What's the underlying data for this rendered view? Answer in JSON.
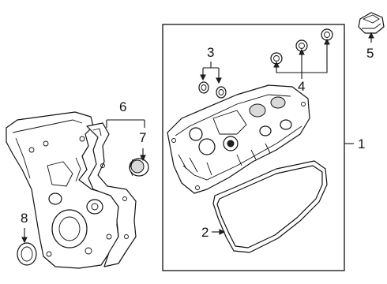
{
  "callouts": {
    "c1": "1",
    "c2": "2",
    "c3": "3",
    "c4": "4",
    "c5": "5",
    "c6": "6",
    "c7": "7",
    "c8": "8"
  },
  "parts": [
    {
      "id": "1",
      "name": "valve-cover"
    },
    {
      "id": "2",
      "name": "cover-gasket"
    },
    {
      "id": "3",
      "name": "seal-pair"
    },
    {
      "id": "4",
      "name": "grommet-set"
    },
    {
      "id": "5",
      "name": "oil-filler-cap"
    },
    {
      "id": "6",
      "name": "timing-cover-gasket"
    },
    {
      "id": "7",
      "name": "front-seal"
    },
    {
      "id": "8",
      "name": "crankshaft-seal"
    }
  ]
}
